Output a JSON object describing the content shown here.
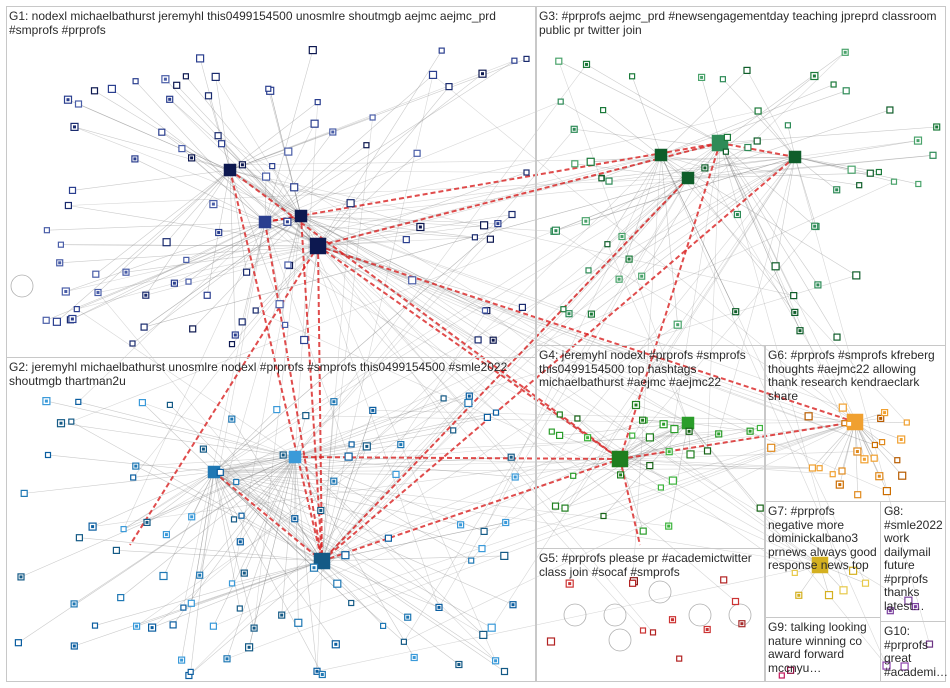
{
  "groups": [
    {
      "id": "G1",
      "label": "G1: nodexl michaelbathurst jeremyhl this0499154500 unosmlre shoutmgb aejmc aejmc_prd\n#smprofs #prprofs",
      "palette": [
        "#1a2b6e",
        "#2b3f8f",
        "#0d1850",
        "#4a5ea8"
      ]
    },
    {
      "id": "G2",
      "label": "G2: jeremyhl michaelbathurst unosmlre nodexl #prprofs #smprofs this0499154500 #smle2022\nshoutmgb thartman2u",
      "palette": [
        "#1f78b4",
        "#0b5ea0",
        "#3a9ad9",
        "#145a86"
      ]
    },
    {
      "id": "G3",
      "label": "G3: #prprofs aejmc_prd #newsengagementday teaching jpreprd classroom\npublic pr twitter join",
      "palette": [
        "#1b7a3a",
        "#2e8b57",
        "#0f5e2a",
        "#4aa36b"
      ]
    },
    {
      "id": "G4",
      "label": "G4: jeremyhl nodexl #prprofs #smprofs\nthis0499154500 top hashtags\nmichaelbathurst #aejmc #aejmc22",
      "palette": [
        "#2a9d2a",
        "#1f7f1f",
        "#3cb43c",
        "#166316"
      ]
    },
    {
      "id": "G5",
      "label": "G5: #prprofs please pr #academictwitter\nclass join #socaf #smprofs",
      "palette": [
        "#b22222",
        "#8b1a1a",
        "#cc3333",
        "#a52a2a"
      ]
    },
    {
      "id": "G6",
      "label": "G6: #prprofs #smprofs kfreberg\nthoughts #aejmc22 allowing\nthank research kendraeclark\nshare",
      "palette": [
        "#e08a1e",
        "#cc6d00",
        "#f0a030",
        "#b85c00"
      ]
    },
    {
      "id": "G7",
      "label": "G7: #prprofs\nnegative more\ndominickalbano3\nprnews always good\nresponse news top",
      "palette": [
        "#e7c94a",
        "#d4b020"
      ]
    },
    {
      "id": "G8",
      "label": "G8:\n#smle2022\nwork\ndailymail\nfuture\n#prprofs\nthanks\nlatest…",
      "palette": [
        "#7a3f9d",
        "#5e2a80"
      ]
    },
    {
      "id": "G9",
      "label": "G9: talking looking\nnature winning co\naward forward\nmccnyu…",
      "palette": [
        "#c2185b",
        "#8e1344"
      ]
    },
    {
      "id": "G10",
      "label": "G10:\n#prprofs\ngreat\n#academi…",
      "palette": [
        "#8e44ad",
        "#6c3483"
      ]
    }
  ]
}
